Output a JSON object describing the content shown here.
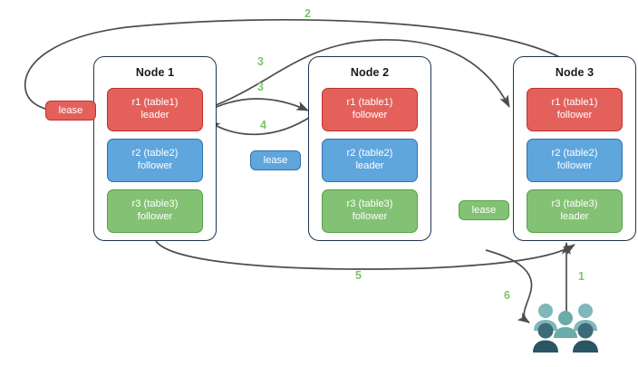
{
  "nodes": [
    {
      "title": "Node 1",
      "replicas": [
        {
          "line1": "r1 (table1)",
          "line2": "leader",
          "color": "red"
        },
        {
          "line1": "r2 (table2)",
          "line2": "follower",
          "color": "blue"
        },
        {
          "line1": "r3 (table3)",
          "line2": "follower",
          "color": "green"
        }
      ]
    },
    {
      "title": "Node 2",
      "replicas": [
        {
          "line1": "r1 (table1)",
          "line2": "follower",
          "color": "red"
        },
        {
          "line1": "r2 (table2)",
          "line2": "leader",
          "color": "blue"
        },
        {
          "line1": "r3 (table3)",
          "line2": "follower",
          "color": "green"
        }
      ]
    },
    {
      "title": "Node 3",
      "replicas": [
        {
          "line1": "r1 (table1)",
          "line2": "follower",
          "color": "red"
        },
        {
          "line1": "r2 (table2)",
          "line2": "follower",
          "color": "blue"
        },
        {
          "line1": "r3 (table3)",
          "line2": "leader",
          "color": "green"
        }
      ]
    }
  ],
  "leases": [
    {
      "label": "lease",
      "color": "red"
    },
    {
      "label": "lease",
      "color": "blue"
    },
    {
      "label": "lease",
      "color": "green"
    }
  ],
  "edge_labels": [
    {
      "text": "2"
    },
    {
      "text": "3"
    },
    {
      "text": "3"
    },
    {
      "text": "4"
    },
    {
      "text": "5"
    },
    {
      "text": "1"
    },
    {
      "text": "6"
    }
  ],
  "colors": {
    "red_fill": "#e4615b",
    "red_border": "#c0302b",
    "blue_fill": "#5fa6dd",
    "blue_border": "#2e72ad",
    "green_fill": "#83c274",
    "green_border": "#55a247",
    "node_border": "#20344f",
    "arrow": "#4d4d4d",
    "label_green": "#7dc46a",
    "users_light": "#7fb8b8",
    "users_mid": "#6aacaa",
    "users_dark": "#3d6b78",
    "users_darker": "#2b5464"
  },
  "icons": {
    "users": "users-group-icon"
  }
}
